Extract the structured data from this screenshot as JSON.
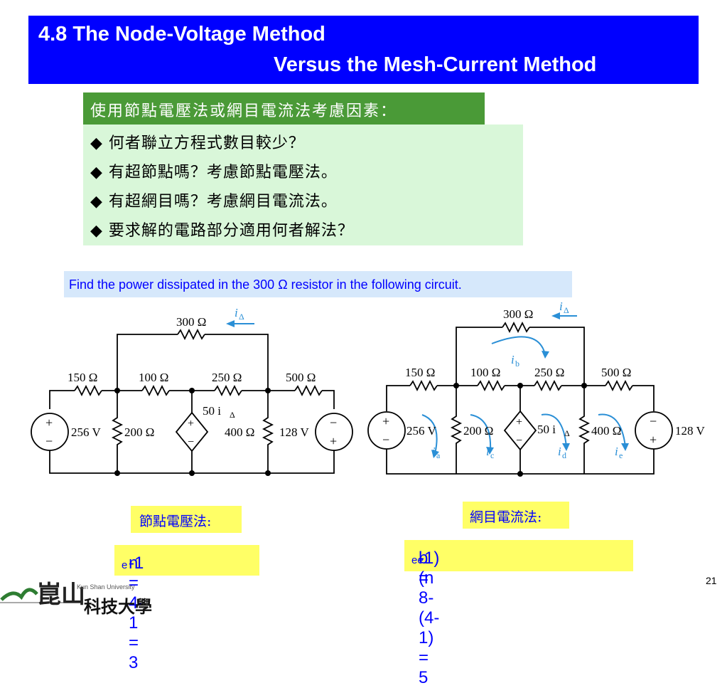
{
  "title": {
    "line1": "4.8 The Node-Voltage Method",
    "line2": "Versus   the Mesh-Current Method"
  },
  "considerations": {
    "heading": "使用節點電壓法或網目電流法考慮因素：",
    "items": [
      "◆ 何者聯立方程式數目較少？",
      "◆ 有超節點嗎？考慮節點電壓法。",
      "◆ 有超網目嗎？考慮網目電流法。",
      "◆ 要求解的電路部分適用何者解法？"
    ]
  },
  "problem": "Find the power dissipated in the 300 Ω resistor in the following circuit.",
  "circuit": {
    "r300": "300 Ω",
    "r150": "150 Ω",
    "r100": "100 Ω",
    "r250": "250 Ω",
    "r500": "500 Ω",
    "r200": "200 Ω",
    "r400": "400 Ω",
    "v256": "256 V",
    "v128": "128 V",
    "dep": "50 i",
    "dep_sub": "Δ",
    "i_delta": "i",
    "plus": "+",
    "minus": "−",
    "mesh_currents": {
      "a": "a",
      "b": "b",
      "c": "c",
      "d": "d",
      "e": "e",
      "i": "i"
    }
  },
  "node_voltage": {
    "label": "節點電壓法:",
    "eq_n": "n",
    "eq_sub": "e",
    "eq_rest": "-1 = 4-1 = 3"
  },
  "mesh_current": {
    "label": "網目電流法:",
    "b": "b",
    "b_sub": "e",
    "mid": "-(n",
    "n_sub": "e",
    "rest": "-1) = 8-(4-1) = 5"
  },
  "page_number": "21",
  "logo": {
    "english": "Kun Shan University",
    "chinese": "科技大學",
    "big": "崑山"
  },
  "colors": {
    "title_bg": "#0000ff",
    "green": "#4a9a37",
    "light_green": "#d9f7d9",
    "highlight": "#ffff66",
    "arrow_blue": "#2a8fd6"
  }
}
